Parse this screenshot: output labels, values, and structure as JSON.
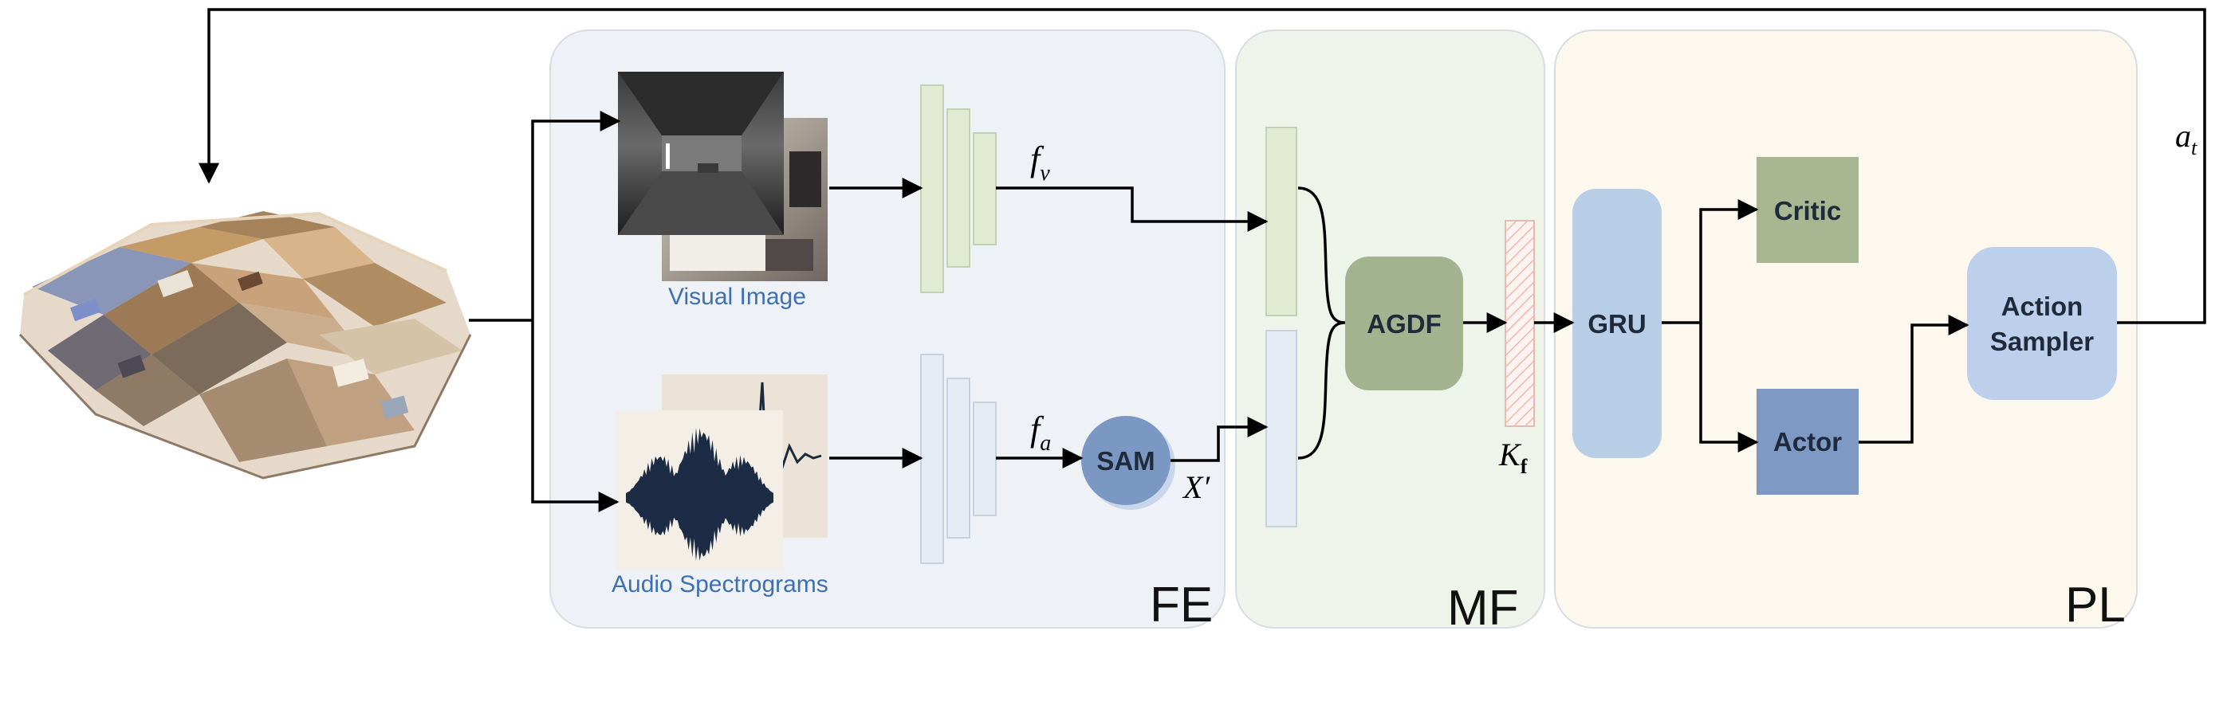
{
  "panels": {
    "fe": {
      "label": "FE",
      "fill": "#eef2f6"
    },
    "mf": {
      "label": "MF",
      "fill": "#eef4ea"
    },
    "pl": {
      "label": "PL",
      "fill": "#fcf8ee"
    }
  },
  "inputs": {
    "visual_caption": "Visual Image",
    "audio_caption": "Audio Spectrograms",
    "caption_color": "#3e6fb3"
  },
  "features": {
    "fv": {
      "base": "f",
      "sub": "v"
    },
    "fa": {
      "base": "f",
      "sub": "a"
    },
    "xprime": "X′",
    "kf": {
      "base": "K",
      "sub": "f"
    },
    "at": {
      "base": "a",
      "sub": "t"
    }
  },
  "modules": {
    "sam": {
      "label": "SAM",
      "color": "#7b97c4"
    },
    "agdf": {
      "label": "AGDF",
      "color": "#a3b38f"
    },
    "gru": {
      "label": "GRU",
      "color": "#b8cde6"
    },
    "critic": {
      "label": "Critic",
      "color": "#a8b691"
    },
    "actor": {
      "label": "Actor",
      "color": "#7e9ac4"
    },
    "action_sampler": {
      "line1": "Action",
      "line2": "Sampler",
      "color": "#bcd0eb"
    }
  },
  "colors": {
    "visual_encoder": "#e2ead2",
    "audio_encoder": "#e6ecf3",
    "arrow": "#000000"
  },
  "icons": [
    "house-3d-icon",
    "depth-image-icon",
    "rgb-image-icon",
    "waveform-icon",
    "spectrogram-icon"
  ]
}
